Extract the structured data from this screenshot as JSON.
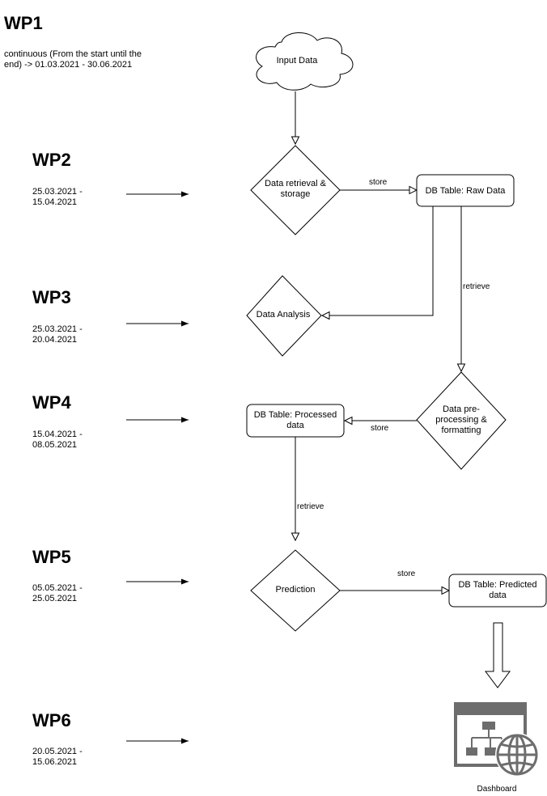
{
  "work_packages": [
    {
      "title": "WP1",
      "dates": "continuous (From the start until the end) -> 01.03.2021 - 30.06.2021"
    },
    {
      "title": "WP2",
      "dates": "25.03.2021 -\n15.04.2021"
    },
    {
      "title": "WP3",
      "dates": "25.03.2021 -\n20.04.2021"
    },
    {
      "title": "WP4",
      "dates": "15.04.2021 -\n08.05.2021"
    },
    {
      "title": "WP5",
      "dates": "05.05.2021 -\n25.05.2021"
    },
    {
      "title": "WP6",
      "dates": "20.05.2021 -\n15.06.2021"
    }
  ],
  "nodes": {
    "input_data": "Input Data",
    "data_retrieval": "Data retrieval & storage",
    "raw_table": "DB Table: Raw Data",
    "data_analysis": "Data Analysis",
    "preprocessing": "Data pre-processing & formatting",
    "processed_table": "DB Table: Processed data",
    "prediction": "Prediction",
    "predicted_table": "DB Table: Predicted data",
    "dashboard": "Dashboard"
  },
  "edges": {
    "store_raw": "store",
    "retrieve_raw": "retrieve",
    "store_processed": "store",
    "retrieve_processed": "retrieve",
    "store_predicted": "store"
  }
}
